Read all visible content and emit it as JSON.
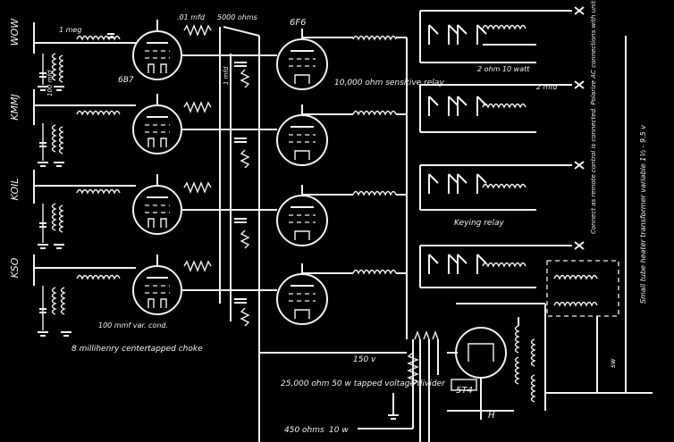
{
  "stations": [
    "WOW",
    "KMMJ",
    "KOIL",
    "KSO"
  ],
  "tube_labels": {
    "amp": "6B7",
    "relay_driver": "6F6",
    "rectifier": "5T4"
  },
  "component_labels": {
    "grid_leak": "1 meg",
    "coupling_cap": ".01 mfd",
    "bypass_cap": "100 mfd",
    "plate_resistor": "5000 ohms",
    "filter_cap": "1 mfd",
    "relay_coil": "10,000 ohm sensitive relay",
    "keying_relay": "Keying relay",
    "small_cap": "2 mfd",
    "resistor_10w": "2 ohm 10 watt",
    "variable_cond": "100 mmf var. cond.",
    "choke": "8 millihenry centertapped choke",
    "voltage_divider": "25,000 ohm 50 w tapped voltage divider",
    "v150": "150 v",
    "v450": "450 ohms",
    "w10": "10 w",
    "heater": "H",
    "transformer_note": "Small tube heater transformer variable 1½ - 9.5 v",
    "remote_note": "Connect as remote control is connected. Polarize AC connections with unit. Connect to dummy key on motor reverse sw.",
    "sw": "sw"
  }
}
